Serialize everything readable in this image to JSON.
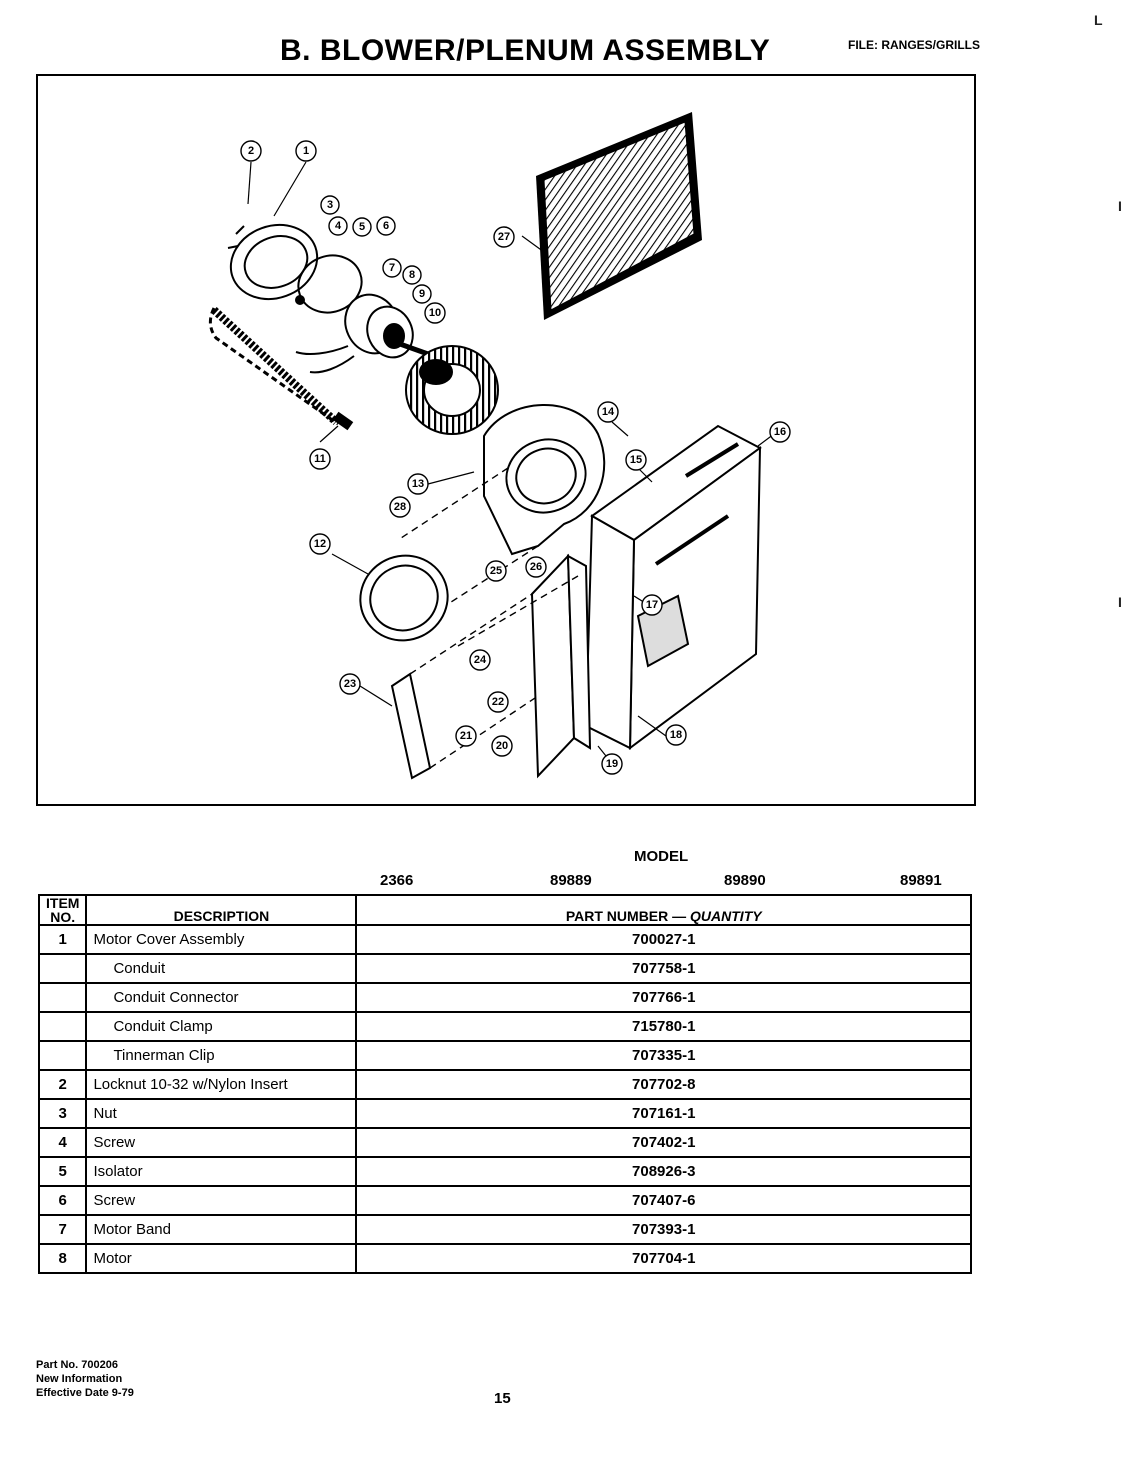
{
  "header": {
    "title": "B. BLOWER/PLENUM ASSEMBLY",
    "file_label": "FILE: RANGES/GRILLS"
  },
  "diagram": {
    "callouts": [
      "1",
      "2",
      "3",
      "4",
      "5",
      "6",
      "7",
      "8",
      "9",
      "10",
      "11",
      "12",
      "13",
      "14",
      "15",
      "16",
      "17",
      "18",
      "19",
      "20",
      "21",
      "22",
      "23",
      "24",
      "25",
      "26",
      "27",
      "28"
    ]
  },
  "models": {
    "heading": "MODEL",
    "columns": [
      "2366",
      "89889",
      "89890",
      "89891"
    ]
  },
  "table": {
    "headers": {
      "item_no": "ITEM NO.",
      "description": "DESCRIPTION",
      "part_number": "PART NUMBER",
      "separator": "—",
      "quantity": "QUANTITY"
    },
    "rows": [
      {
        "item": "1",
        "description": "Motor Cover Assembly",
        "part": "700027-1",
        "indent": false
      },
      {
        "item": "",
        "description": "Conduit",
        "part": "707758-1",
        "indent": true
      },
      {
        "item": "",
        "description": "Conduit Connector",
        "part": "707766-1",
        "indent": true
      },
      {
        "item": "",
        "description": "Conduit Clamp",
        "part": "715780-1",
        "indent": true
      },
      {
        "item": "",
        "description": "Tinnerman Clip",
        "part": "707335-1",
        "indent": true
      },
      {
        "item": "2",
        "description": "Locknut 10-32 w/Nylon Insert",
        "part": "707702-8",
        "indent": false
      },
      {
        "item": "3",
        "description": "Nut",
        "part": "707161-1",
        "indent": false
      },
      {
        "item": "4",
        "description": "Screw",
        "part": "707402-1",
        "indent": false
      },
      {
        "item": "5",
        "description": "Isolator",
        "part": "708926-3",
        "indent": false
      },
      {
        "item": "6",
        "description": "Screw",
        "part": "707407-6",
        "indent": false
      },
      {
        "item": "7",
        "description": "Motor Band",
        "part": "707393-1",
        "indent": false
      },
      {
        "item": "8",
        "description": "Motor",
        "part": "707704-1",
        "indent": false
      }
    ]
  },
  "footer": {
    "part_no": "Part No. 700206",
    "info": "New Information",
    "effective": "Effective Date 9-79",
    "page": "15"
  },
  "margin_marks": [
    "L",
    "I",
    "I"
  ]
}
